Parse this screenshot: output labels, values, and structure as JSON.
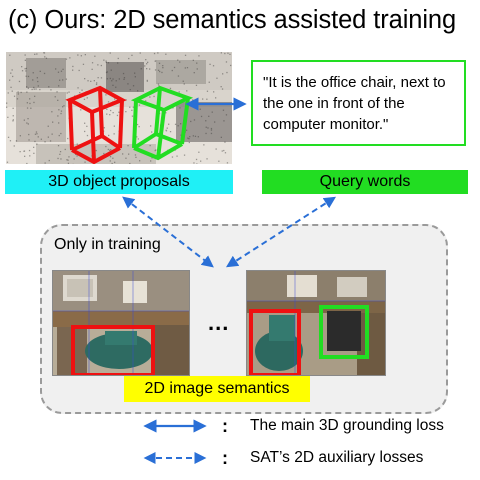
{
  "title": "(c) Ours: 2D semantics assisted training",
  "query_text": "\"It is the office chair, next to the one in front of the computer monitor.\"",
  "labels": {
    "proposals": "3D object proposals",
    "query": "Query words",
    "only_training": "Only in training",
    "ellipsis": "...",
    "semantics": "2D image semantics"
  },
  "legend": [
    {
      "style": "solid",
      "colon": ":",
      "text": "The main 3D grounding loss"
    },
    {
      "style": "dashed",
      "colon": ":",
      "text": "SAT’s 2D auxiliary losses"
    }
  ],
  "colors": {
    "arrow": "#2a6fd6",
    "red_box": "#ee1111",
    "green_box": "#22dd22",
    "cyan_tag": "#1ff0f6",
    "yellow_tag": "#ffff00",
    "dashed_border": "#9a9a9a"
  }
}
